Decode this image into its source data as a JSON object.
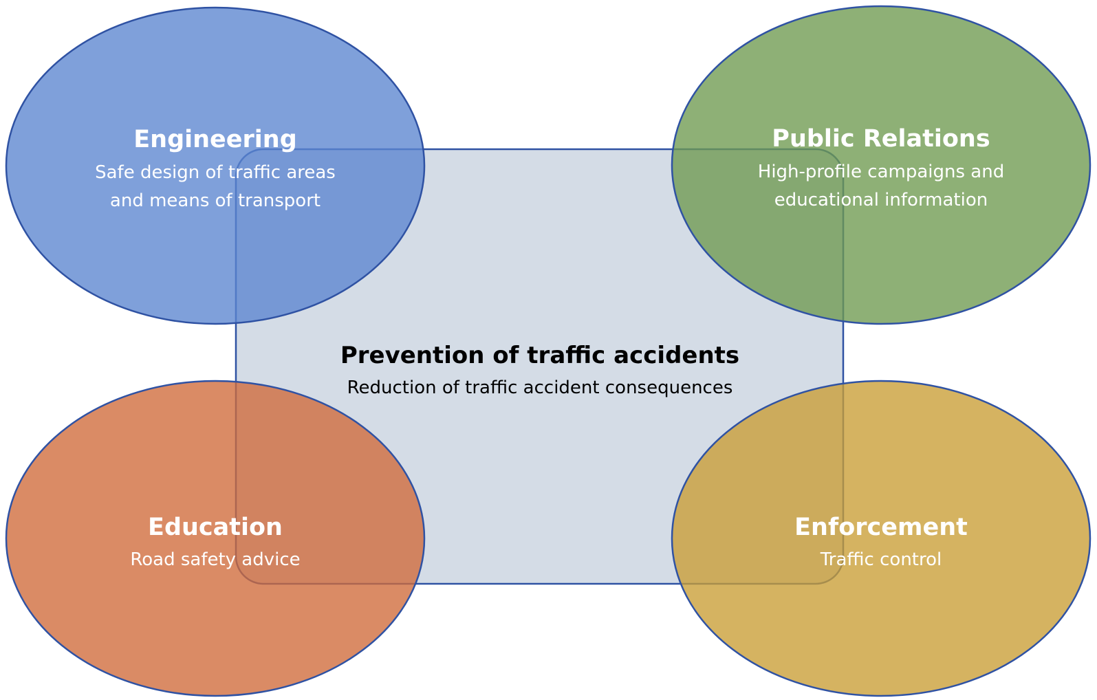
{
  "center": {
    "title": "Prevention of traffic accidents",
    "subtitle": "Reduction of traffic accident consequences",
    "fill": "#d4dce6",
    "stroke": "#2f52a3"
  },
  "nodes": {
    "engineering": {
      "title": "Engineering",
      "line1": "Safe design of traffic areas",
      "line2": "and means of transport",
      "fill": "#5b85d0",
      "stroke": "#2f52a3"
    },
    "public_relations": {
      "title": "Public Relations",
      "line1": "High-profile campaigns and",
      "line2": "educational information",
      "fill": "#6e9a4f",
      "stroke": "#2f52a3"
    },
    "education": {
      "title": "Education",
      "line1": "Road safety advice",
      "fill": "#d06a3a",
      "stroke": "#2f52a3"
    },
    "enforcement": {
      "title": "Enforcement",
      "line1": "Traffic control",
      "fill": "#c99d35",
      "stroke": "#2f52a3"
    }
  }
}
